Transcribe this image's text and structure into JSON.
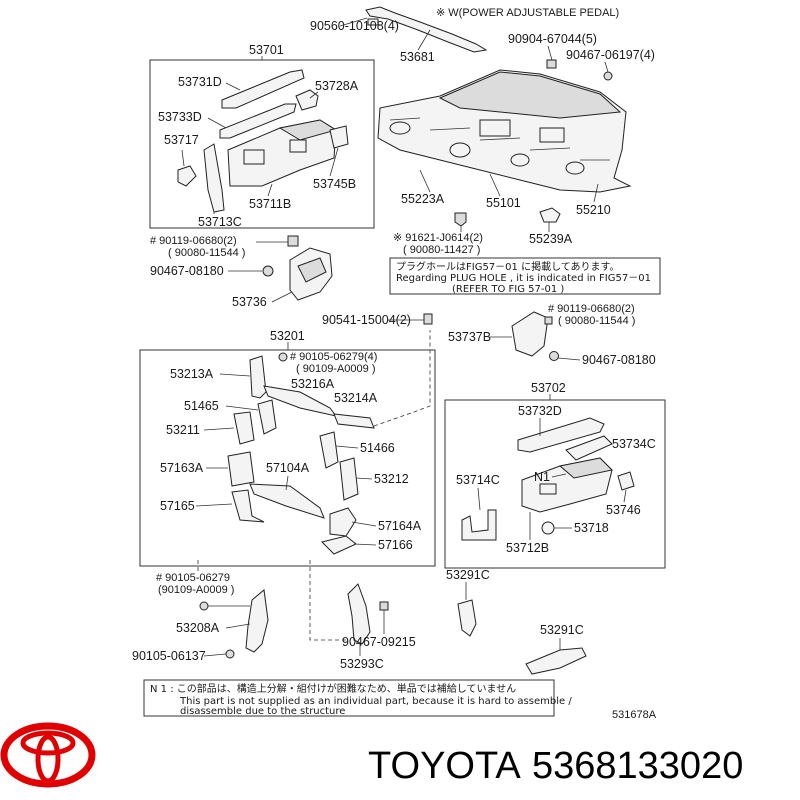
{
  "header": {
    "note": "※ W(POWER ADJUSTABLE PEDAL)"
  },
  "parts": {
    "p90560": "90560-10108(4)",
    "p53681": "53681",
    "p90904": "90904-67044(5)",
    "p90467a": "90467-06197(4)",
    "p53701": "53701",
    "p53731D": "53731D",
    "p53728A": "53728A",
    "p53733D": "53733D",
    "p53717": "53717",
    "p53745B": "53745B",
    "p53711B": "53711B",
    "p53713C": "53713C",
    "p55223A": "55223A",
    "p55101": "55101",
    "p55210": "55210",
    "p55239A": "55239A",
    "p90119a": "# 90119-06680(2)",
    "p90080a": "( 90080-11544     )",
    "p90467b": "90467-08180",
    "p53736": "53736",
    "p91621": "※ 91621-J0614(2)",
    "p90080b": "( 90080-11427     )",
    "p90541": "90541-15004(2)",
    "p53201": "53201",
    "p53737B": "53737B",
    "p90119b": "# 90119-06680(2)",
    "p90080c": "( 90080-11544     )",
    "p90467c": "90467-08180",
    "p90105a": "# 90105-06279(4)",
    "p90109a": "( 90109-A0009     )",
    "p53213A": "53213A",
    "p53216A": "53216A",
    "p51465": "51465",
    "p53214A": "53214A",
    "p53211": "53211",
    "p51466": "51466",
    "p57163A": "57163A",
    "p57104A": "57104A",
    "p53212": "53212",
    "p57165": "57165",
    "p57164A": "57164A",
    "p57166": "57166",
    "p53702": "53702",
    "p53732D": "53732D",
    "p53734C": "53734C",
    "p53714C": "53714C",
    "pN1": "N1",
    "p53746": "53746",
    "p53718": "53718",
    "p53712B": "53712B",
    "p90105b": "# 90105-06279",
    "p90109b": "(90109-A0009     )",
    "p53291Ca": "53291C",
    "p53208A": "53208A",
    "p90467d": "90467-09215",
    "p53291Cb": "53291C",
    "p90105c": "90105-06137",
    "p53293C": "53293C"
  },
  "plug_note": {
    "jp": "プラグホールはFIG57－01 に掲載してあります。",
    "en": "Regarding  PLUG HOLE , it is indicated in  FIG57－01",
    "ref": "(REFER TO FIG  57-01    )"
  },
  "footnote": {
    "jp": "N 1 : この部品は、構造上分解・組付けが困難なため、単品では補給していません",
    "en1": "This part is not supplied as an individual part, because it is hard to assemble /",
    "en2": "disassemble due to the structure"
  },
  "diagram_code": "531678A",
  "brand": {
    "name": "TOYOTA",
    "part_number": "5368133020",
    "logo_color": "#e00000"
  }
}
